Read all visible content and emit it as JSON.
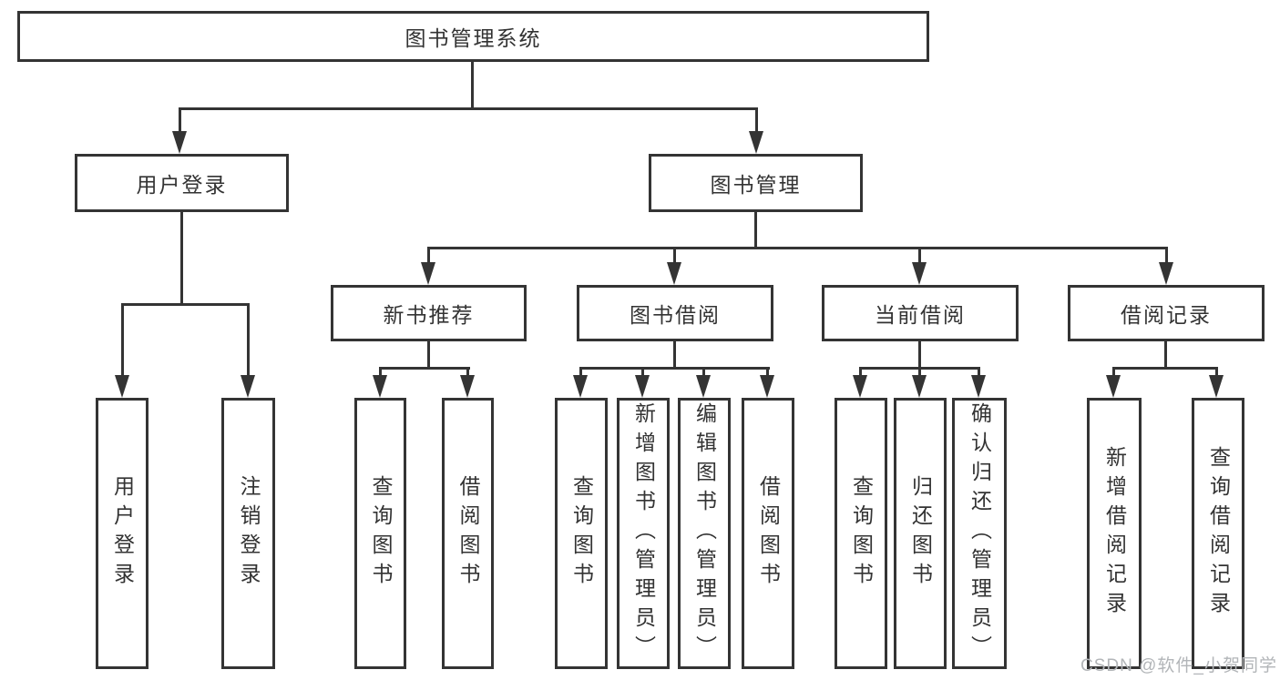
{
  "diagram": {
    "root": {
      "label": "图书管理系统"
    },
    "branches": [
      {
        "label": "用户登录",
        "children": [
          {
            "label": "用户登录"
          },
          {
            "label": "注销登录"
          }
        ]
      },
      {
        "label": "图书管理",
        "children": [
          {
            "label": "新书推荐",
            "children": [
              {
                "label": "查询图书"
              },
              {
                "label": "借阅图书"
              }
            ]
          },
          {
            "label": "图书借阅",
            "children": [
              {
                "label": "查询图书"
              },
              {
                "label": "新增图书（管理员）"
              },
              {
                "label": "编辑图书（管理员）"
              },
              {
                "label": "借阅图书"
              }
            ]
          },
          {
            "label": "当前借阅",
            "children": [
              {
                "label": "查询图书"
              },
              {
                "label": "归还图书"
              },
              {
                "label": "确认归还（管理员）"
              }
            ]
          },
          {
            "label": "借阅记录",
            "children": [
              {
                "label": "新增借阅记录"
              },
              {
                "label": "查询借阅记录"
              }
            ]
          }
        ]
      }
    ]
  },
  "watermark": "CSDN @软件_小贺同学",
  "colors": {
    "line": "#343434",
    "text": "#333333",
    "watermark": "#b2b5b8",
    "background": "#ffffff"
  }
}
